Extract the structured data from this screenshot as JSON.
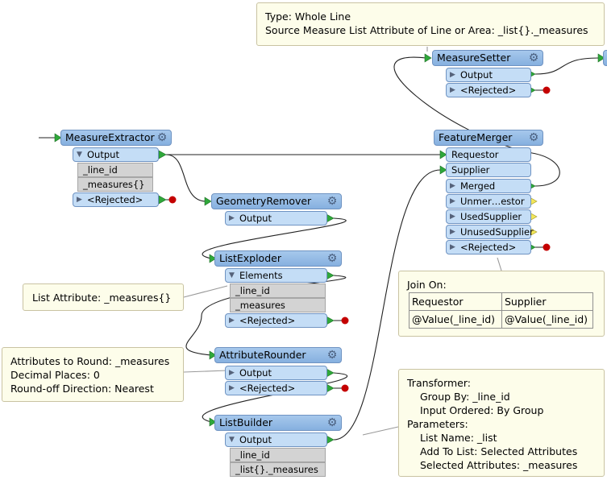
{
  "colors": {
    "header": "#96bce6",
    "port": "#c4ddf6",
    "attribute": "#d3d3d3",
    "note_bg": "#fdfdea",
    "arrow_green": "#2fa83a",
    "rejected_red": "#c40000",
    "unconnected_yellow": "#f2e65a"
  },
  "notes": {
    "measure_setter": [
      "Type: Whole Line",
      "Source Measure List Attribute of Line or Area: _list{}._measures"
    ],
    "list_exploder": [
      "List Attribute: _measures{}"
    ],
    "attribute_rounder": [
      "Attributes to Round: _measures",
      "Decimal Places: 0",
      "Round-off Direction: Nearest"
    ],
    "feature_merger": {
      "title": "Join On:",
      "table": [
        [
          "Requestor",
          "Supplier"
        ],
        [
          "@Value(_line_id)",
          "@Value(_line_id)"
        ]
      ]
    },
    "list_builder": [
      "Transformer:",
      "Group By: _line_id",
      "Input Ordered: By Group",
      "Parameters:",
      "List Name: _list",
      "Add To List: Selected Attributes",
      "Selected Attributes: _measures"
    ]
  },
  "transformers": {
    "measure_extractor": {
      "name": "MeasureExtractor",
      "ports": [
        "Output",
        "<Rejected>"
      ],
      "attributes": [
        "_line_id",
        "_measures{}"
      ]
    },
    "geometry_remover": {
      "name": "GeometryRemover",
      "ports": [
        "Output"
      ]
    },
    "list_exploder": {
      "name": "ListExploder",
      "ports": [
        "Elements",
        "<Rejected>"
      ],
      "attributes": [
        "_line_id",
        "_measures"
      ]
    },
    "attribute_rounder": {
      "name": "AttributeRounder",
      "ports": [
        "Output",
        "<Rejected>"
      ]
    },
    "list_builder": {
      "name": "ListBuilder",
      "ports": [
        "Output"
      ],
      "attributes": [
        "_line_id",
        "_list{}._measures"
      ]
    },
    "measure_setter": {
      "name": "MeasureSetter",
      "ports": [
        "Output",
        "<Rejected>"
      ]
    },
    "feature_merger": {
      "name": "FeatureMerger",
      "input_ports": [
        "Requestor",
        "Supplier"
      ],
      "ports": [
        "Merged",
        "Unmer…estor",
        "UsedSupplier",
        "UnusedSupplier",
        "<Rejected>"
      ]
    }
  }
}
